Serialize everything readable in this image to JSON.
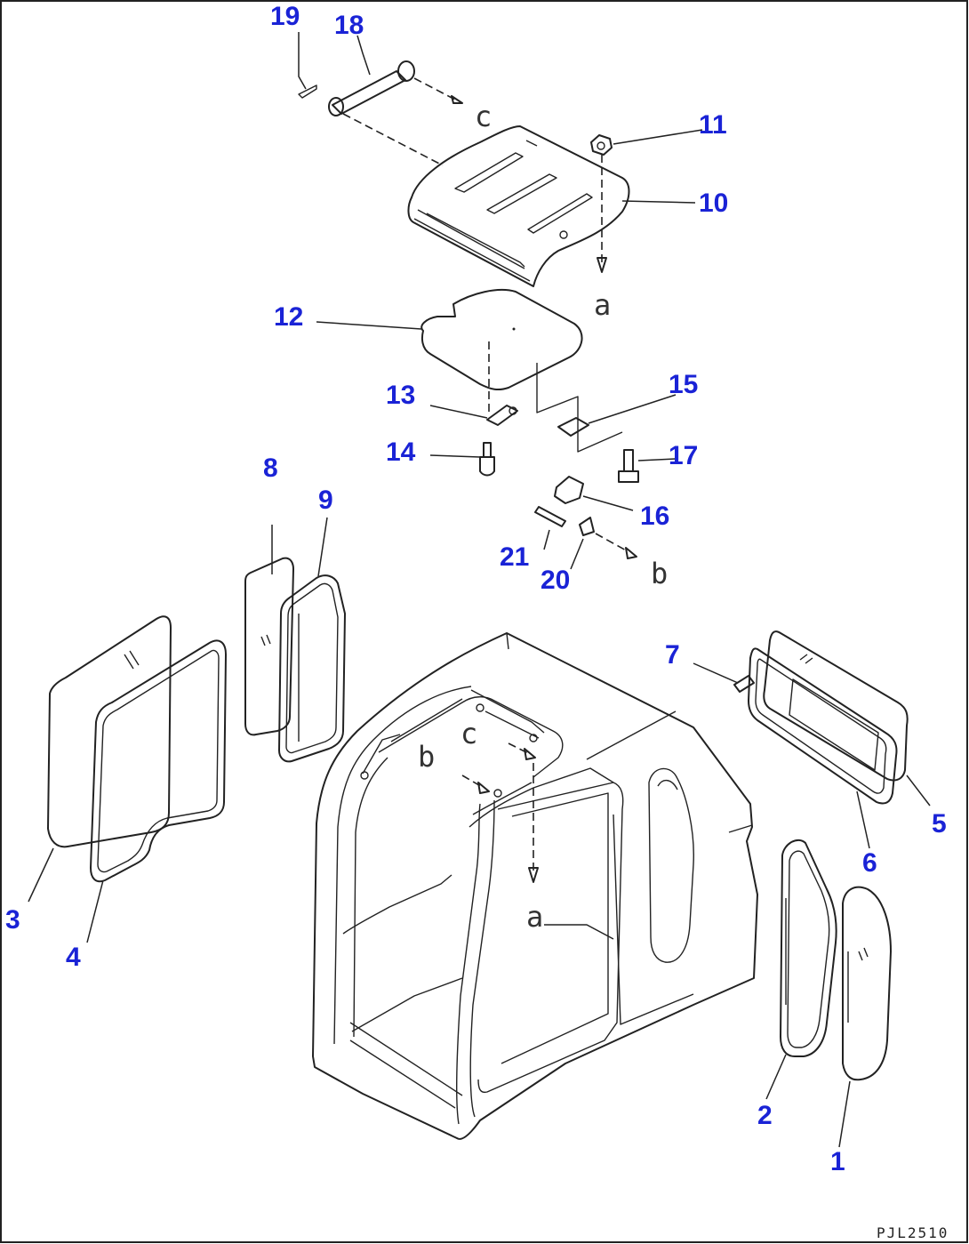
{
  "diagram": {
    "drawing_code": "PJL2510",
    "ref_letters": {
      "a_top": "a",
      "a_cab": "a",
      "b_side": "b",
      "b_cab": "b",
      "c_top": "c",
      "c_cab": "c"
    },
    "parts": [
      {
        "id": "p1",
        "number": "1"
      },
      {
        "id": "p2",
        "number": "2"
      },
      {
        "id": "p3",
        "number": "3"
      },
      {
        "id": "p4",
        "number": "4"
      },
      {
        "id": "p5",
        "number": "5"
      },
      {
        "id": "p6",
        "number": "6"
      },
      {
        "id": "p7",
        "number": "7"
      },
      {
        "id": "p8",
        "number": "8"
      },
      {
        "id": "p9",
        "number": "9"
      },
      {
        "id": "p10",
        "number": "10"
      },
      {
        "id": "p11",
        "number": "11"
      },
      {
        "id": "p12",
        "number": "12"
      },
      {
        "id": "p13",
        "number": "13"
      },
      {
        "id": "p14",
        "number": "14"
      },
      {
        "id": "p15",
        "number": "15"
      },
      {
        "id": "p16",
        "number": "16"
      },
      {
        "id": "p17",
        "number": "17"
      },
      {
        "id": "p18",
        "number": "18"
      },
      {
        "id": "p19",
        "number": "19"
      },
      {
        "id": "p20",
        "number": "20"
      },
      {
        "id": "p21",
        "number": "21"
      }
    ]
  }
}
